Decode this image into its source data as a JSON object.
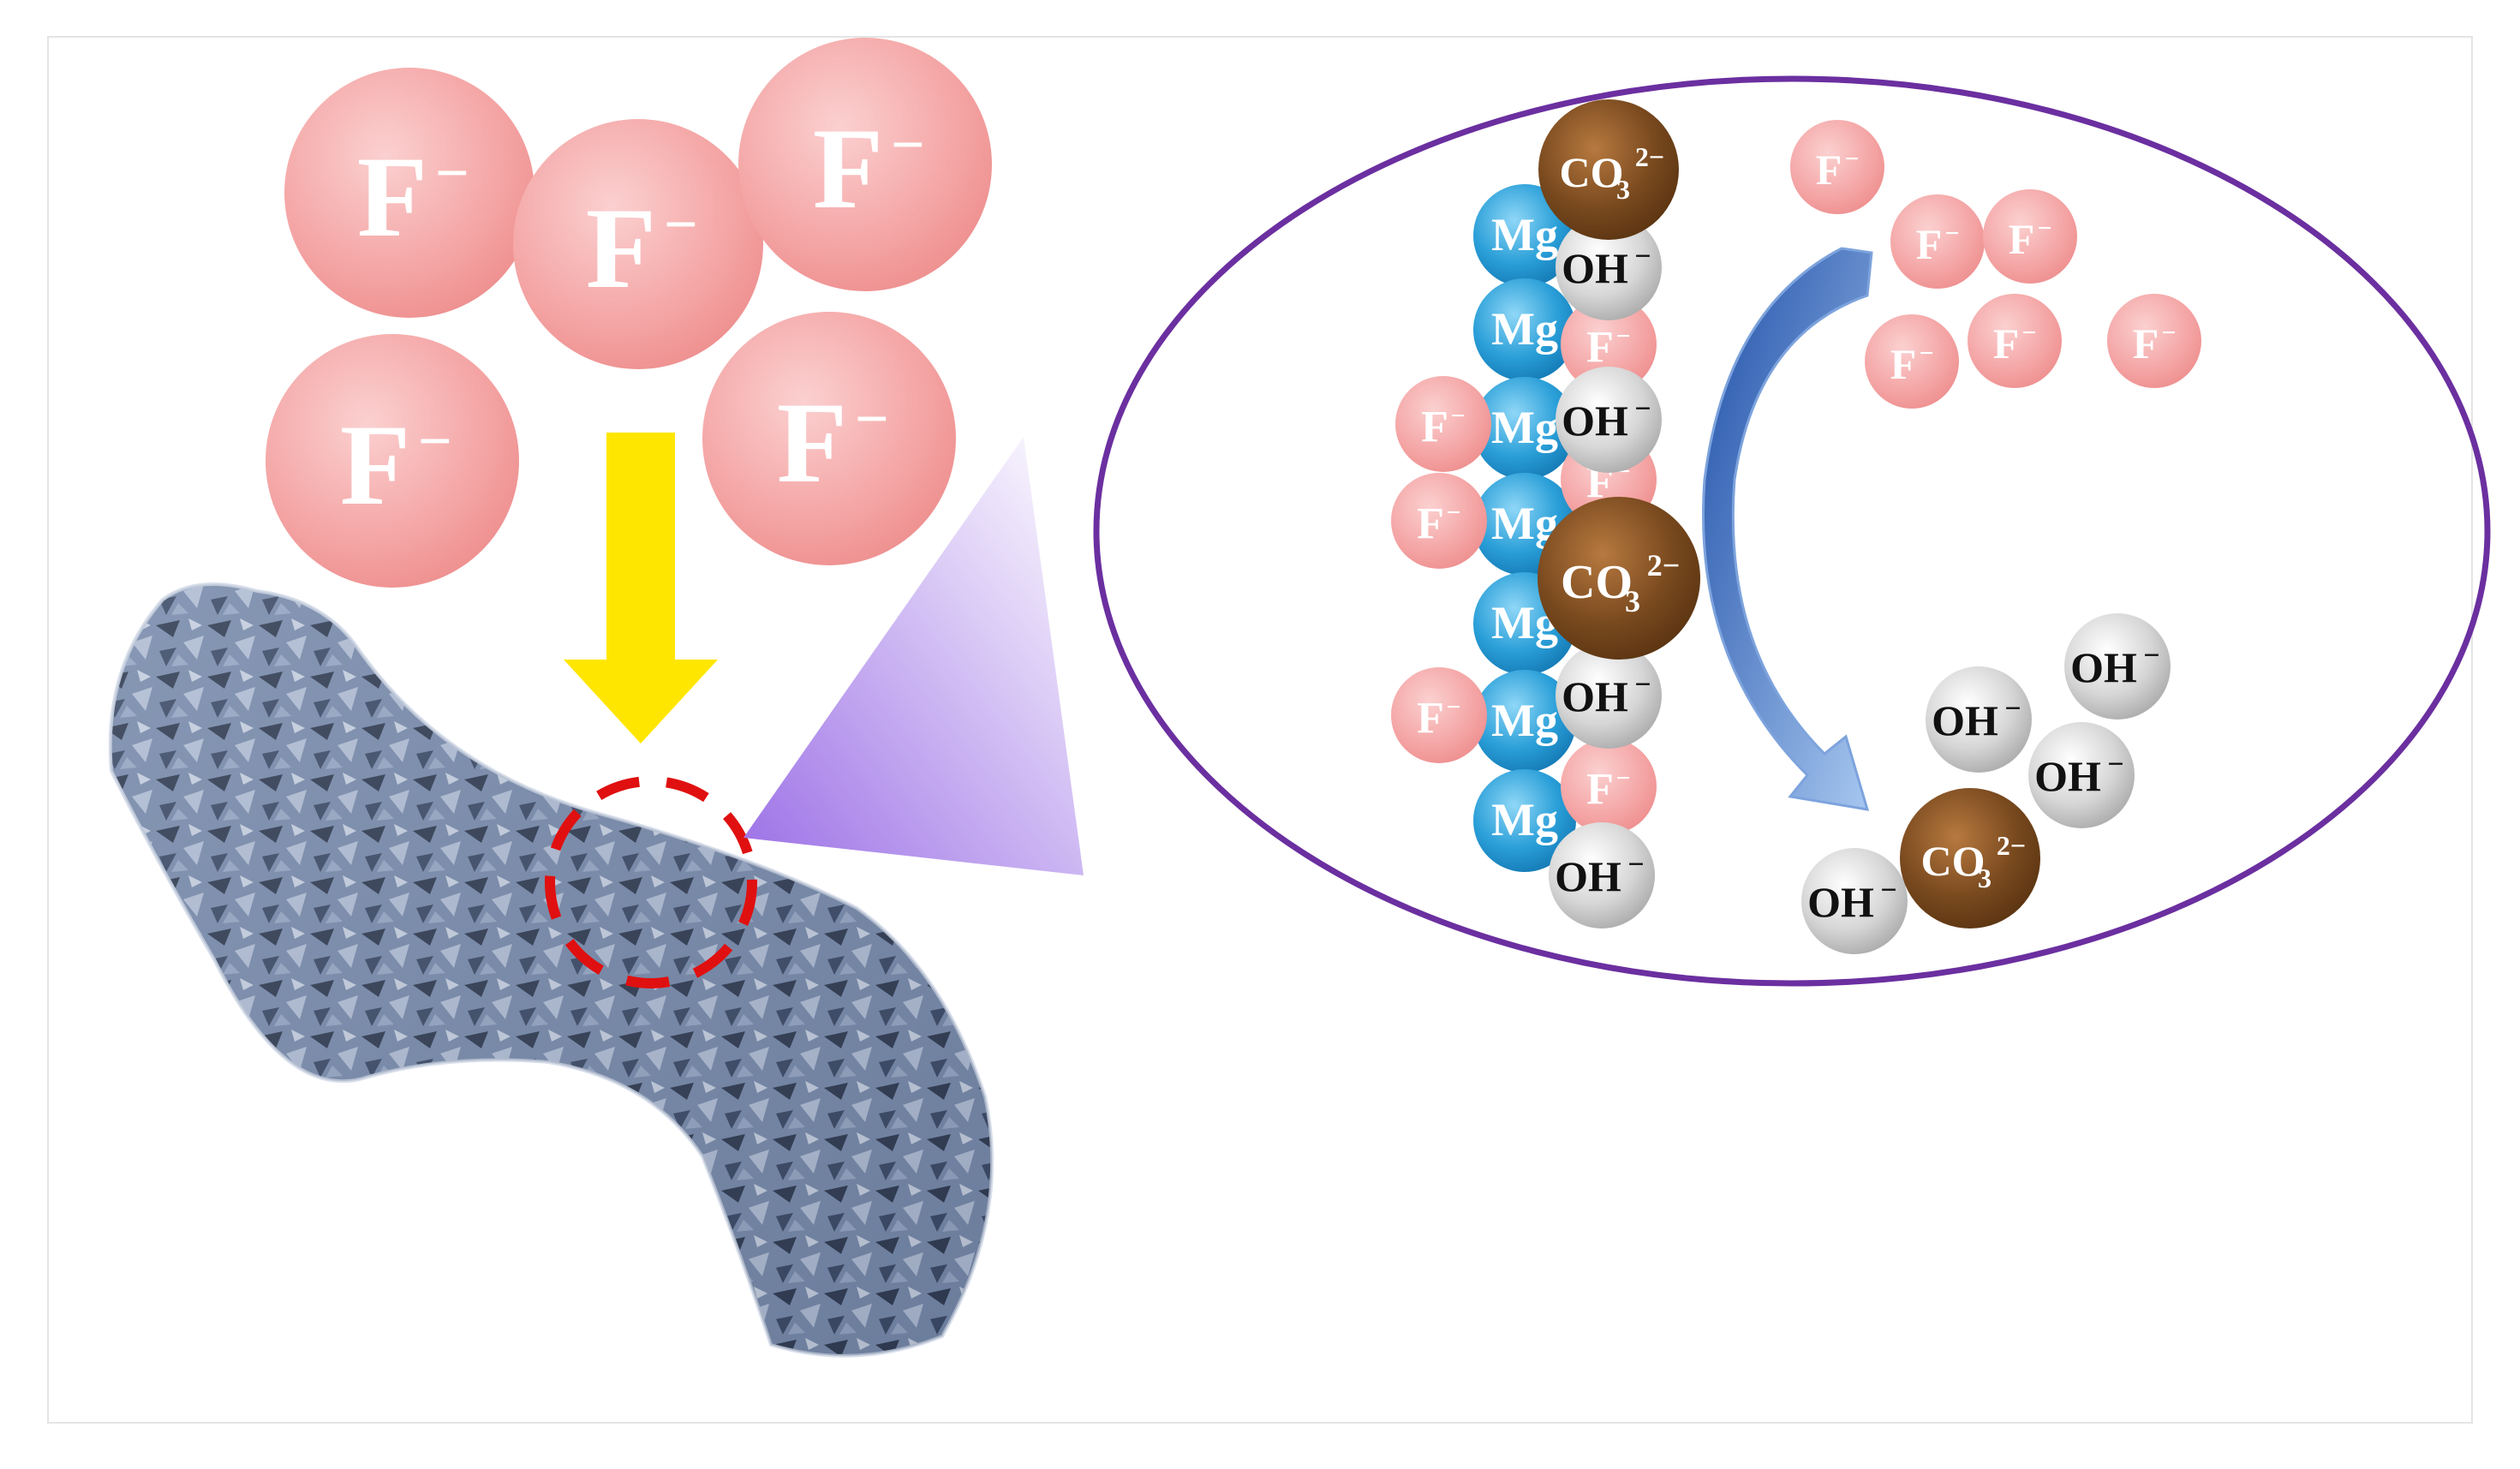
{
  "labels": {
    "fluoride": "F",
    "charge_minus": "−",
    "hydroxide": "OH",
    "magnesium": "Mg",
    "carbonate_main": "CO",
    "carbonate_sub": "3",
    "carbonate_sup": "2−"
  },
  "colors": {
    "fluoride": "#f4a3a3",
    "magnesium": "#2a9fd8",
    "hydroxide": "#cfcfcf",
    "carbonate": "#7a4a1f",
    "ellipse": "#6b2fa0",
    "wedge": "#a37be8",
    "arrow_down": "#ffe600",
    "reaction_arrow": "#3a6fc4",
    "dashed_circle": "#e01010"
  },
  "icons": {
    "particle": "ldh-nanotube-icon",
    "process_arrow": "curved-arrow-icon",
    "adsorption_arrow": "down-arrow-icon"
  }
}
